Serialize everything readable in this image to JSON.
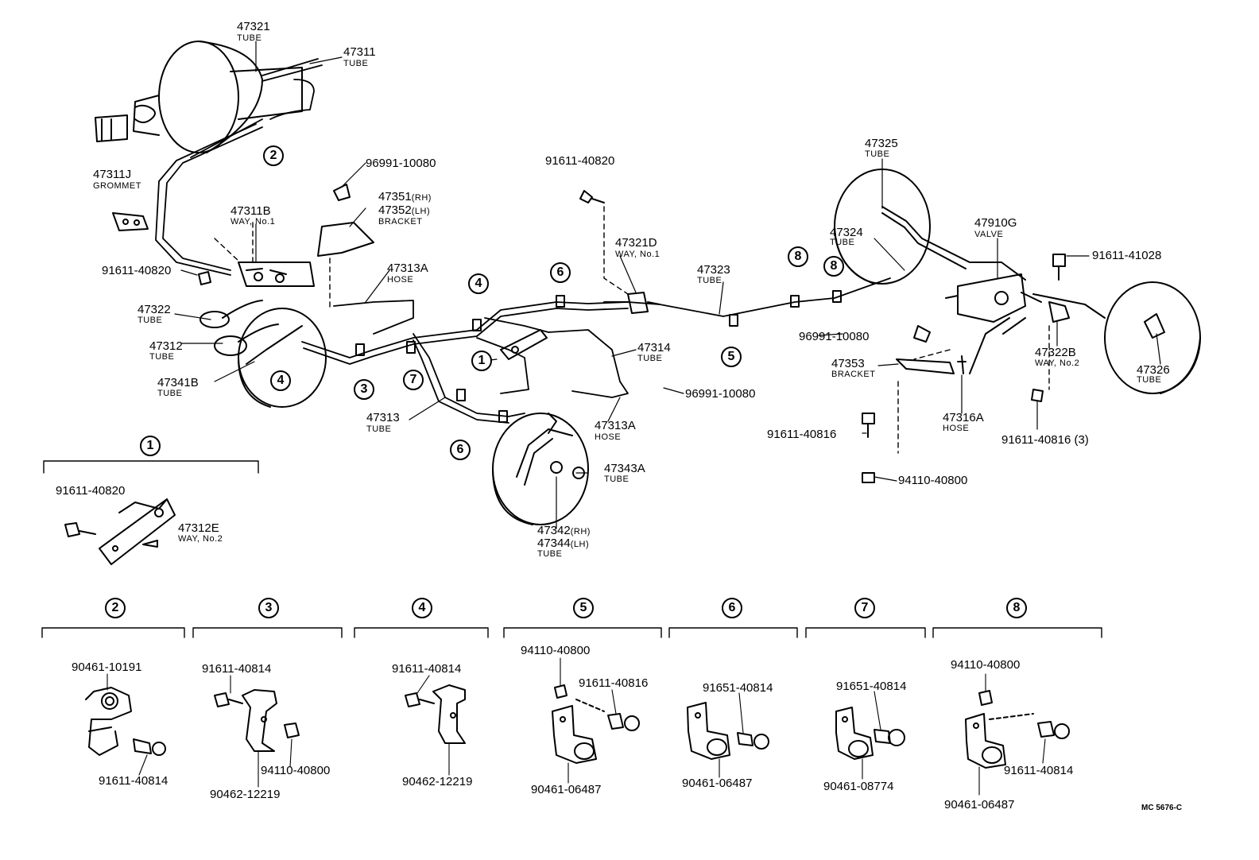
{
  "parts": {
    "p47321": "47321",
    "p47321_t": "TUBE",
    "p47311": "47311",
    "p47311_t": "TUBE",
    "p47311J": "47311J",
    "p47311J_t": "GROMMET",
    "p96991a": "96991-10080",
    "p47351": "47351",
    "p47351_s": "(RH)",
    "p47352": "47352",
    "p47352_s": "(LH)",
    "p4735x_t": "BRACKET",
    "p47311B": "47311B",
    "p47311B_t": "WAY, No.1",
    "p91611_820a": "91611-40820",
    "p47313A_a": "47313A",
    "p47313A_a_t": "HOSE",
    "p47322": "47322",
    "p47322_t": "TUBE",
    "p47312": "47312",
    "p47312_t": "TUBE",
    "p47341B": "47341B",
    "p47341B_t": "TUBE",
    "p47313": "47313",
    "p47313_t": "TUBE",
    "p91611_820b": "91611-40820",
    "p47321D": "47321D",
    "p47321D_t": "WAY, No.1",
    "p47323": "47323",
    "p47323_t": "TUBE",
    "p47314": "47314",
    "p47314_t": "TUBE",
    "p96991b": "96991-10080",
    "p47313A_b": "47313A",
    "p47313A_b_t": "HOSE",
    "p47343A": "47343A",
    "p47343A_t": "TUBE",
    "p47342": "47342",
    "p47342_s": "(RH)",
    "p47344": "47344",
    "p47344_s": "(LH)",
    "p4734x_t": "TUBE",
    "p47325": "47325",
    "p47325_t": "TUBE",
    "p47324": "47324",
    "p47324_t": "TUBE",
    "p47910G": "47910G",
    "p47910G_t": "VALVE",
    "p91611_41028": "91611-41028",
    "p96991c": "96991-10080",
    "p47353": "47353",
    "p47353_t": "BRACKET",
    "p47322B": "47322B",
    "p47322B_t": "WAY, No.2",
    "p47326": "47326",
    "p47326_t": "TUBE",
    "p91611_816a": "91611-40816",
    "p47316A": "47316A",
    "p47316A_t": "HOSE",
    "p91611_816b": "91611-40816 (3)",
    "p94110a": "94110-40800",
    "p91611_820c": "91611-40820",
    "p47312E": "47312E",
    "p47312E_t": "WAY, No.2"
  },
  "callouts": [
    "1",
    "2",
    "3",
    "4",
    "5",
    "6",
    "7",
    "8"
  ],
  "details": {
    "d2_a": "90461-10191",
    "d2_b": "91611-40814",
    "d3_a": "91611-40814",
    "d3_b": "94110-40800",
    "d3_c": "90462-12219",
    "d4_a": "91611-40814",
    "d4_b": "90462-12219",
    "d5_a": "94110-40800",
    "d5_b": "91611-40816",
    "d5_c": "90461-06487",
    "d6_a": "91651-40814",
    "d6_b": "90461-06487",
    "d7_a": "91651-40814",
    "d7_b": "90461-08774",
    "d8_a": "94110-40800",
    "d8_b": "91611-40814",
    "d8_c": "90461-06487"
  },
  "ref_code": "MC 5676-C"
}
